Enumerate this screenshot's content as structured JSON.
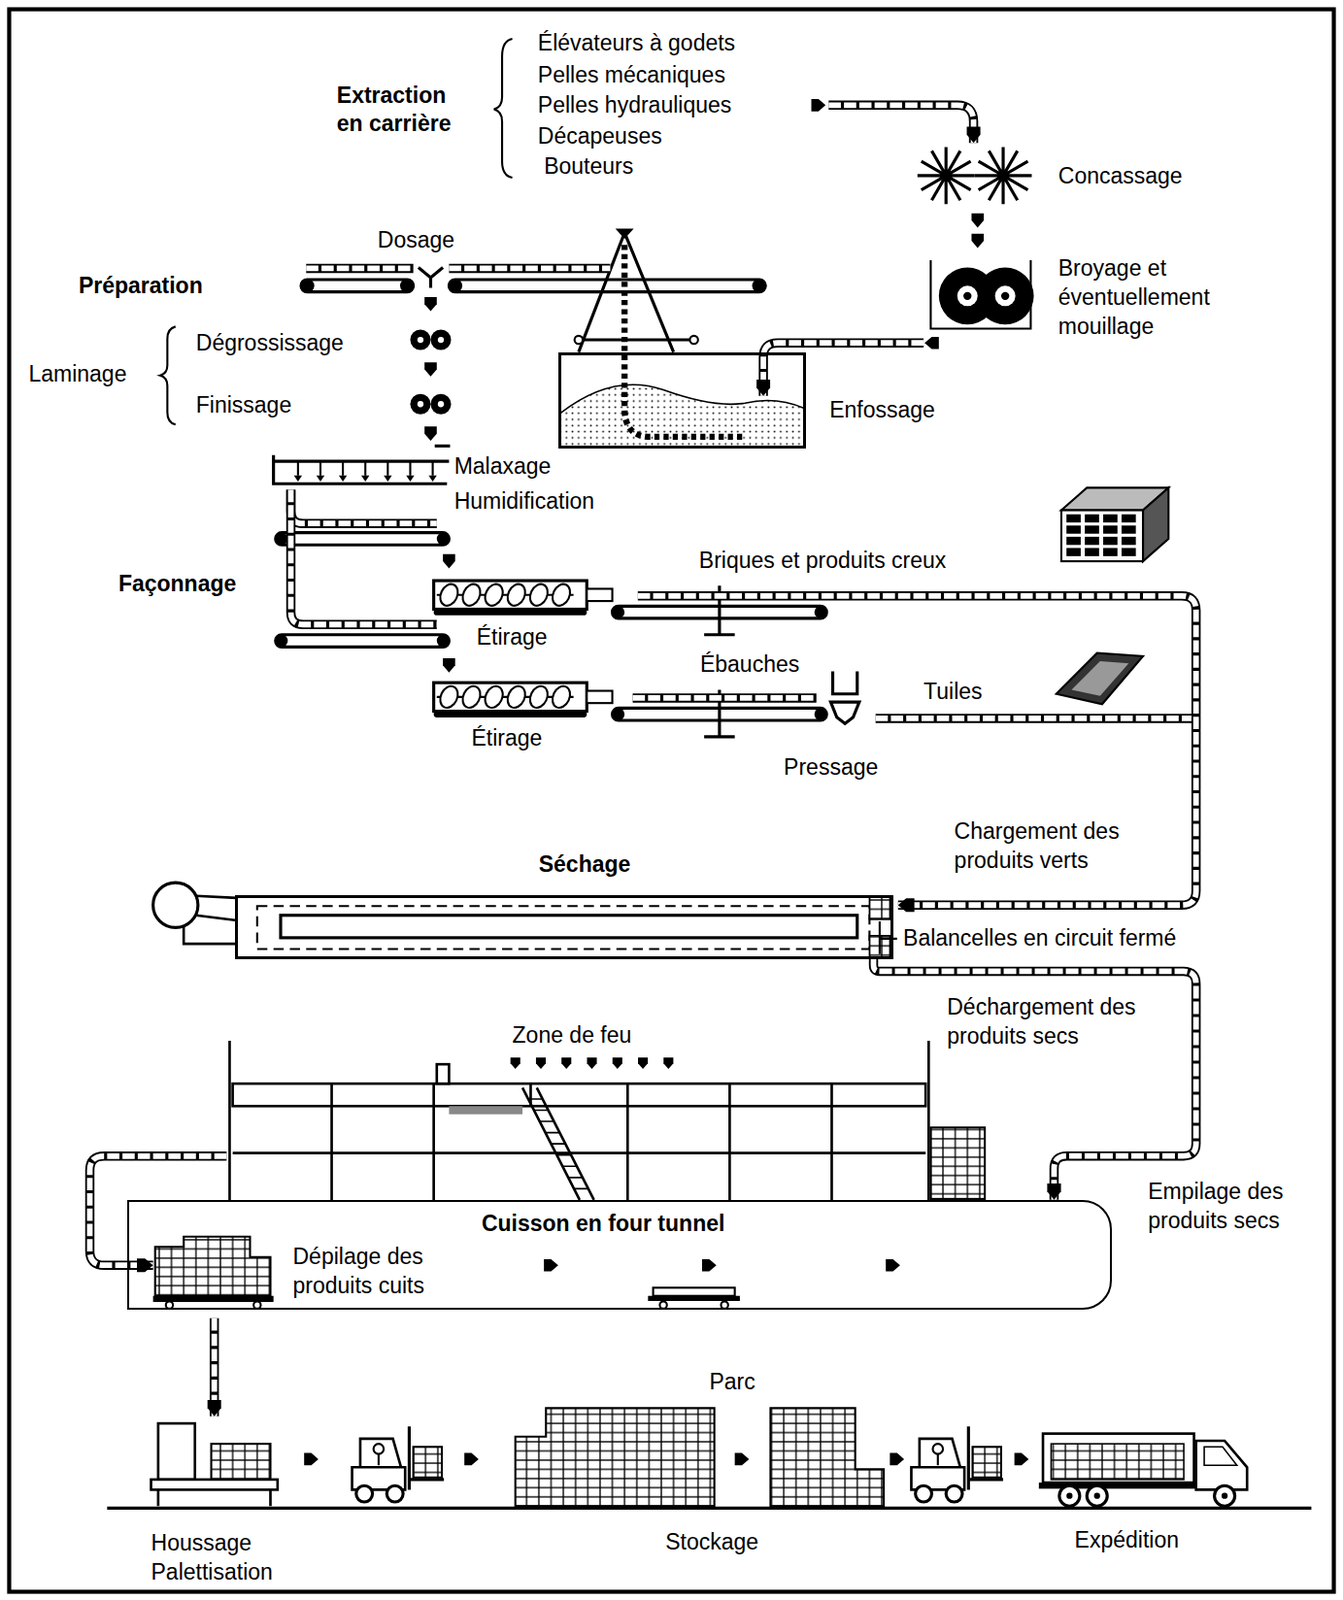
{
  "diagram": {
    "nodes": [
      {
        "text": [
          "Enfossage"
        ]
      },
      {
        "text": [
          "Séchage"
        ]
      },
      {
        "text": [
          "Cuisson en four tunnel",
          "Dépilage des produits cuits"
        ]
      }
    ],
    "edges": [
      {
        "from": 1,
        "to": 2,
        "arrow": "to"
      }
    ],
    "labels": [
      "Extraction en carrière",
      "Élévateurs à godets",
      "Pelles mécaniques",
      "Pelles hydrauliques",
      "Décapeuses",
      "Bouteurs",
      "Concassage",
      "Dosage",
      "Broyage et éventuellement mouillage",
      "Préparation",
      "Laminage",
      "Dégrossissage",
      "Finissage",
      "Malaxage",
      "Humidification",
      "Façonnage",
      "Briques et produits creux",
      "Étirage",
      "Ébauches",
      "Tuiles",
      "Étirage",
      "Pressage",
      "Chargement des produits verts",
      "Balancelles en circuit fermé",
      "Déchargement des produits secs",
      "Zone de feu",
      "Empilage des produits secs",
      "Parc",
      "Houssage Palettisation",
      "Stockage",
      "Expédition"
    ]
  }
}
